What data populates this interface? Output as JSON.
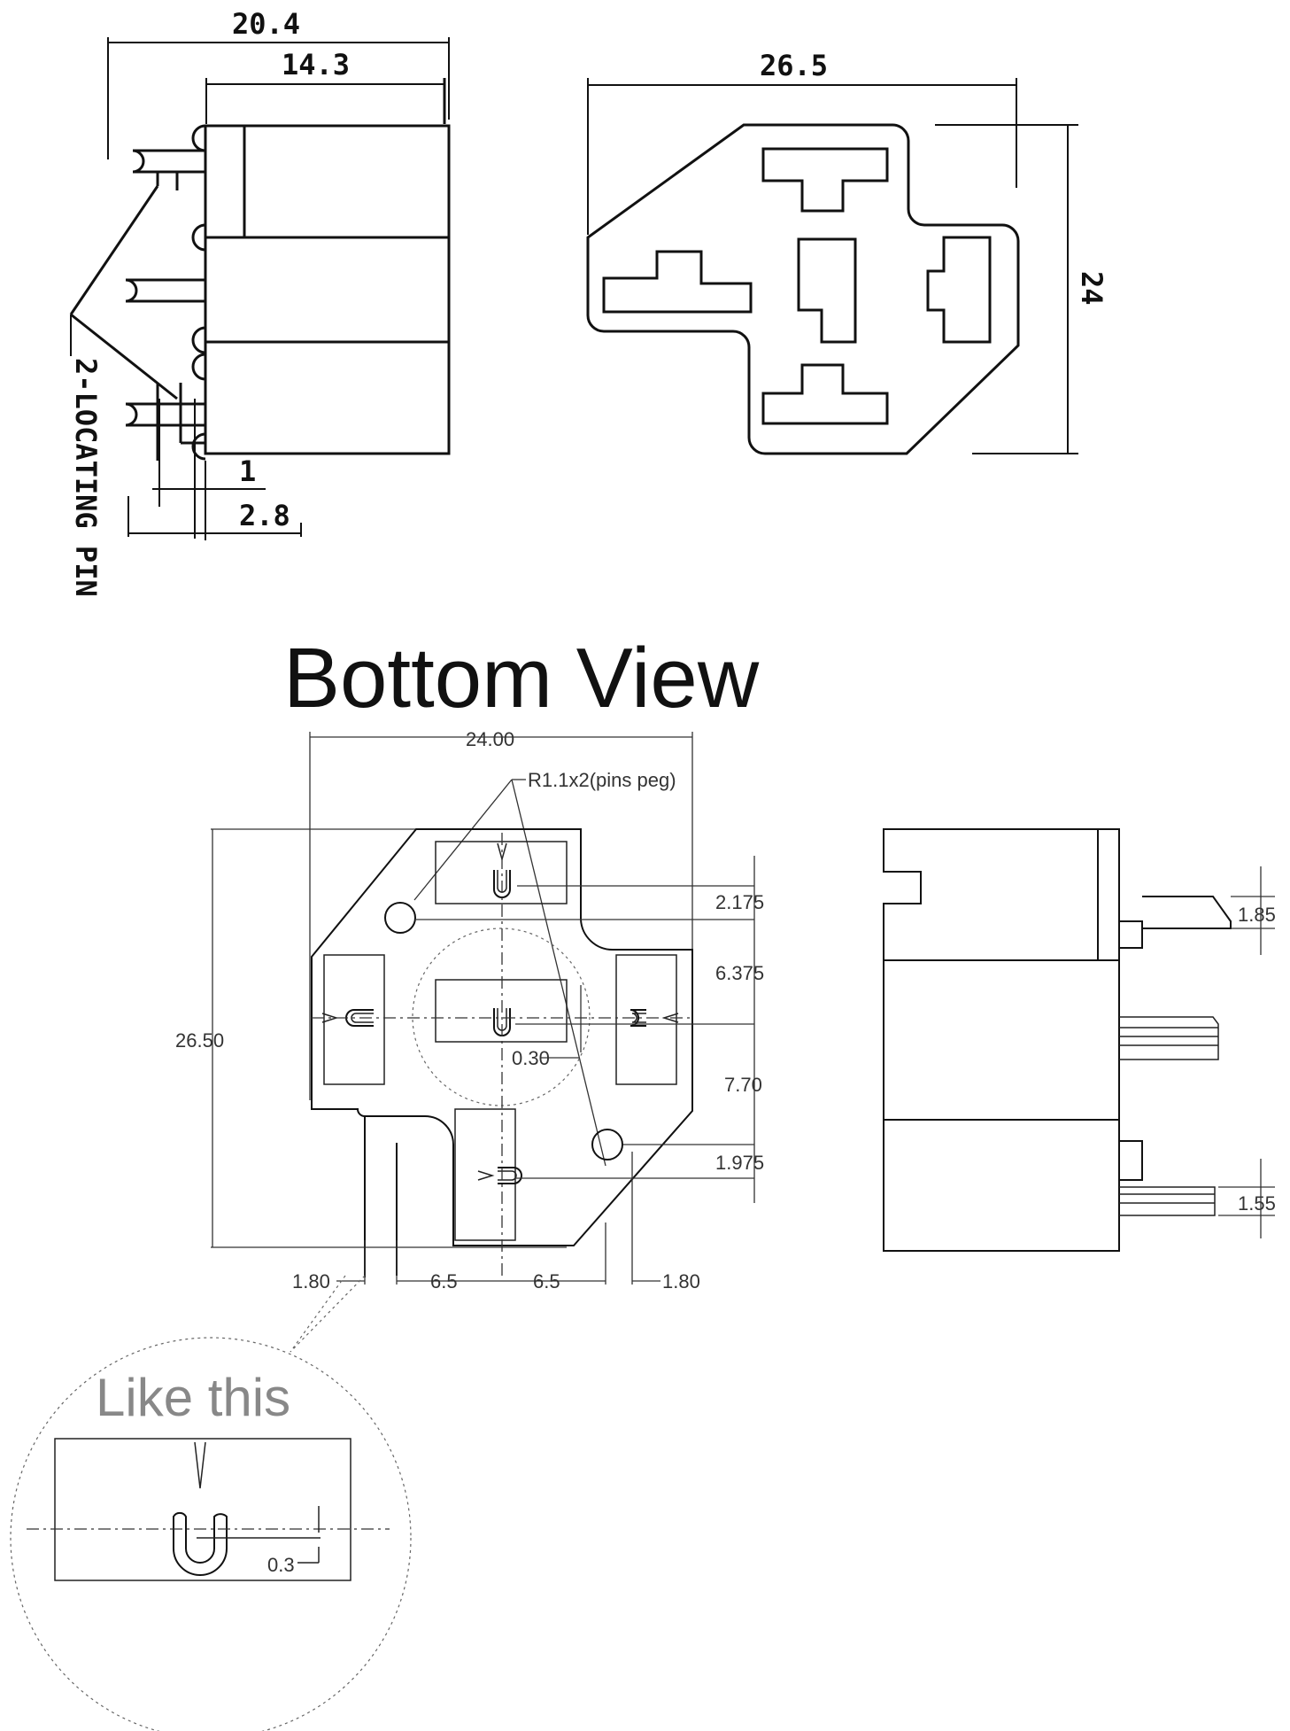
{
  "top": {
    "dim_20_4": "20.4",
    "dim_14_3": "14.3",
    "dim_1": "1",
    "dim_2_8": "2.8",
    "locating_pin": "2-LOCATING PIN",
    "dim_26_5": "26.5",
    "dim_24": "24"
  },
  "bottom": {
    "title": "Bottom View",
    "dim_width": "24.00",
    "radius_note": "R1.1x2(pins peg)",
    "dim_height": "26.50",
    "dim_2_175": "2.175",
    "dim_6_375": "6.375",
    "dim_0_30": "0.30",
    "dim_7_70": "7.70",
    "dim_1_975": "1.975",
    "dim_1_80_left": "1.80",
    "dim_6_5_left": "6.5",
    "dim_6_5_right": "6.5",
    "dim_1_80_right": "1.80",
    "dim_1_85": "1.85",
    "dim_1_55": "1.55"
  },
  "detail": {
    "label": "Like this",
    "dim_0_3": "0.3"
  }
}
